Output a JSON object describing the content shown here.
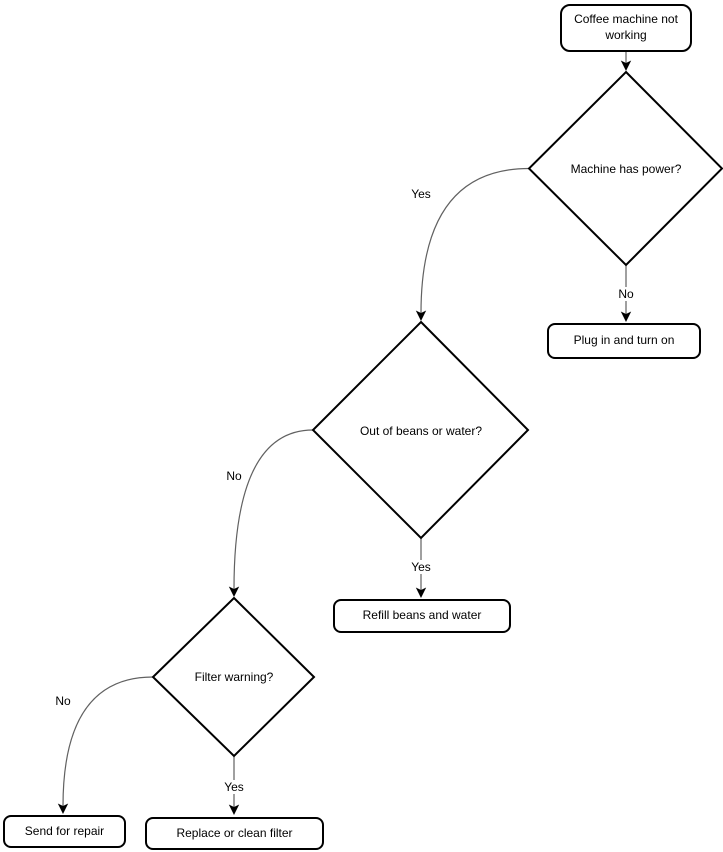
{
  "diagram": {
    "type": "flowchart",
    "background_color": "#ffffff",
    "shape_border_color": "#000000",
    "connector_color": "#616161",
    "arrowhead_color": "#000000",
    "nodes": {
      "start": {
        "label": "Coffee machine not working",
        "type": "rounded-box"
      },
      "q_power": {
        "label": "Machine has power?",
        "type": "decision"
      },
      "plug_in": {
        "label": "Plug in and turn on",
        "type": "rounded-box"
      },
      "q_beans_water": {
        "label": "Out of beans or water?",
        "type": "decision"
      },
      "refill": {
        "label": "Refill beans and water",
        "type": "rounded-box"
      },
      "q_filter": {
        "label": "Filter warning?",
        "type": "decision"
      },
      "send_repair": {
        "label": "Send for repair",
        "type": "rounded-box"
      },
      "replace_filter": {
        "label": "Replace or clean filter",
        "type": "rounded-box"
      }
    },
    "edges": {
      "start_to_power": {
        "label": "",
        "from": "start",
        "to": "q_power"
      },
      "power_no": {
        "label": "No",
        "from": "q_power",
        "to": "plug_in"
      },
      "power_yes": {
        "label": "Yes",
        "from": "q_power",
        "to": "q_beans_water"
      },
      "beans_yes": {
        "label": "Yes",
        "from": "q_beans_water",
        "to": "refill"
      },
      "beans_no": {
        "label": "No",
        "from": "q_beans_water",
        "to": "q_filter"
      },
      "filter_yes": {
        "label": "Yes",
        "from": "q_filter",
        "to": "replace_filter"
      },
      "filter_no": {
        "label": "No",
        "from": "q_filter",
        "to": "send_repair"
      }
    }
  }
}
